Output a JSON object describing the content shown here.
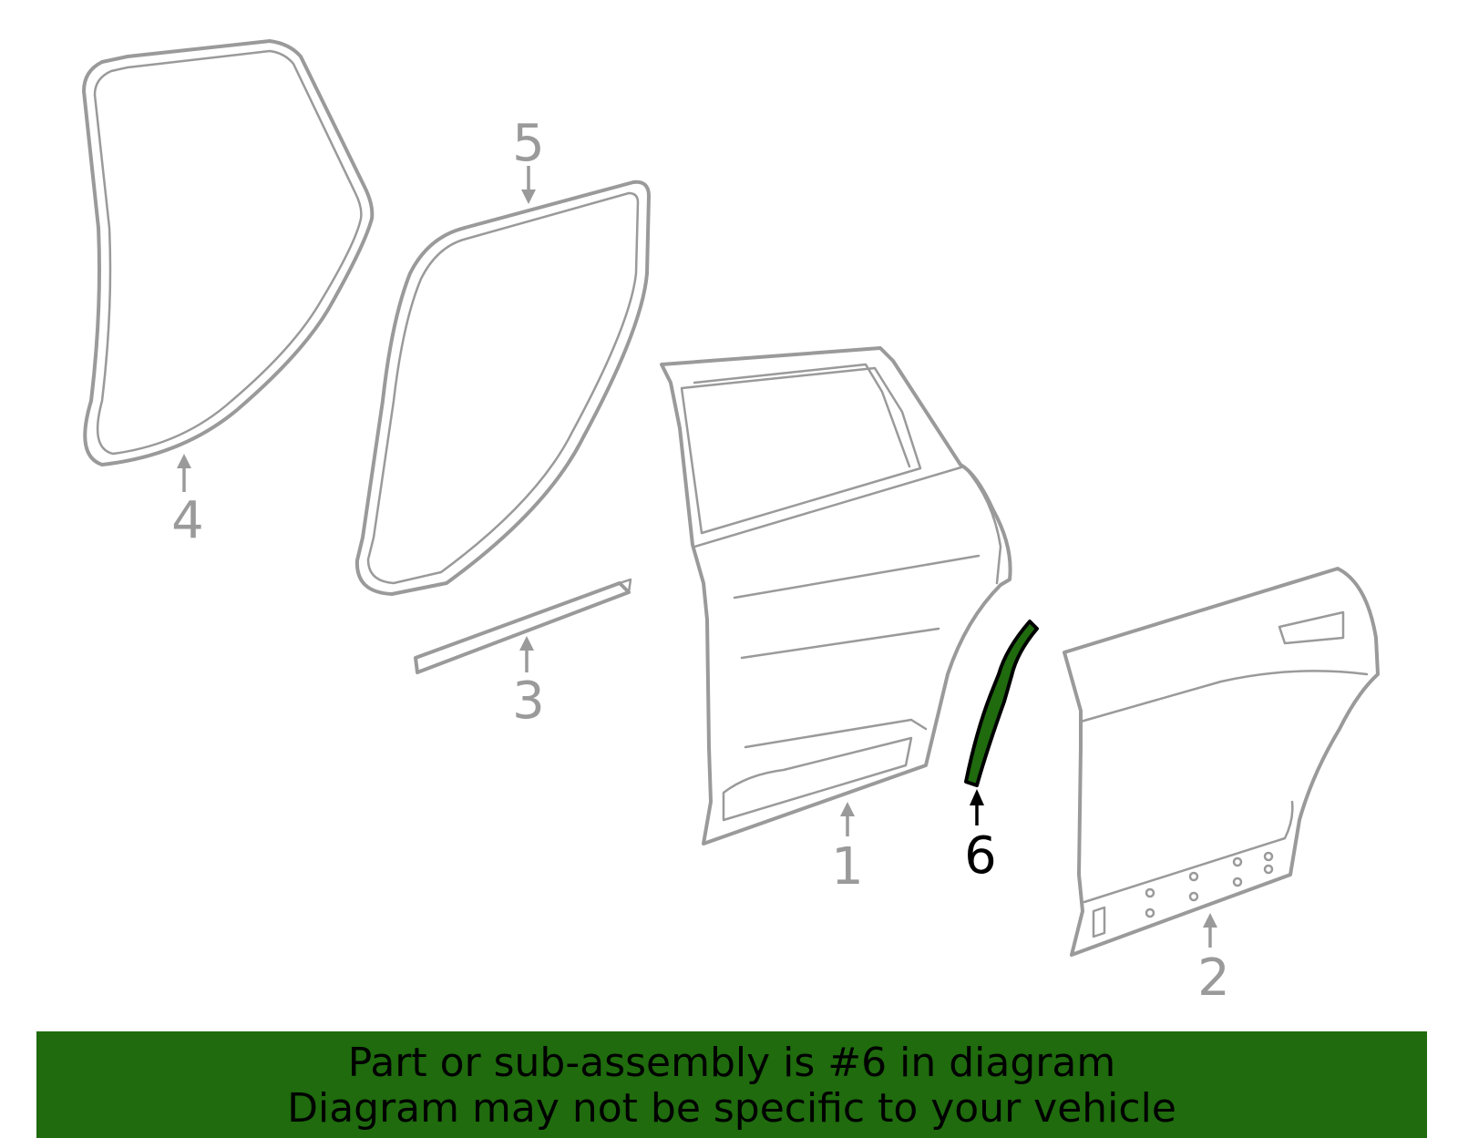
{
  "colors": {
    "part_stroke": "#9a9a9a",
    "highlight_fill": "#1f6b0e",
    "highlight_stroke": "#000000",
    "banner_bg": "#1f6b0e",
    "banner_text": "#000000"
  },
  "callouts": [
    {
      "id": "1",
      "label": "1",
      "part": "door-shell",
      "selected": false
    },
    {
      "id": "2",
      "label": "2",
      "part": "outer-panel",
      "selected": false
    },
    {
      "id": "3",
      "label": "3",
      "part": "belt-molding",
      "selected": false
    },
    {
      "id": "4",
      "label": "4",
      "part": "body-weatherstrip",
      "selected": false
    },
    {
      "id": "5",
      "label": "5",
      "part": "door-weatherstrip",
      "selected": false
    },
    {
      "id": "6",
      "label": "6",
      "part": "applique-strip",
      "selected": true
    }
  ],
  "banner": {
    "line1": "Part or sub-assembly is #6 in diagram",
    "line2": "Diagram may not be specific to your vehicle"
  }
}
